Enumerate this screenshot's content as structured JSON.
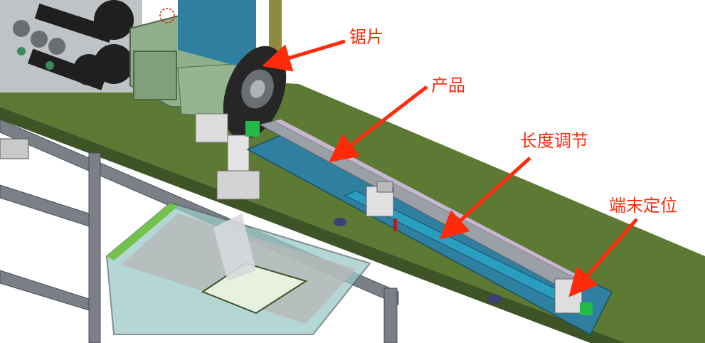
{
  "annotations": {
    "saw_blade": "锯片",
    "product": "产品",
    "length_adjust": "长度调节",
    "end_positioning": "端末定位"
  },
  "colors": {
    "label": "#ff2a0a",
    "arrow": "#ff2a0a",
    "table_top": "#5d7a34",
    "table_side": "#4e6a2c",
    "frame": "#7a7f88",
    "rail_plate": "#2e7fa0",
    "motor": "#8fb08a",
    "belt": "#1f1f1f",
    "saw_blade": "#262626",
    "bin_glass": "#9cc9c8",
    "bracket": "#dcdcdc"
  }
}
